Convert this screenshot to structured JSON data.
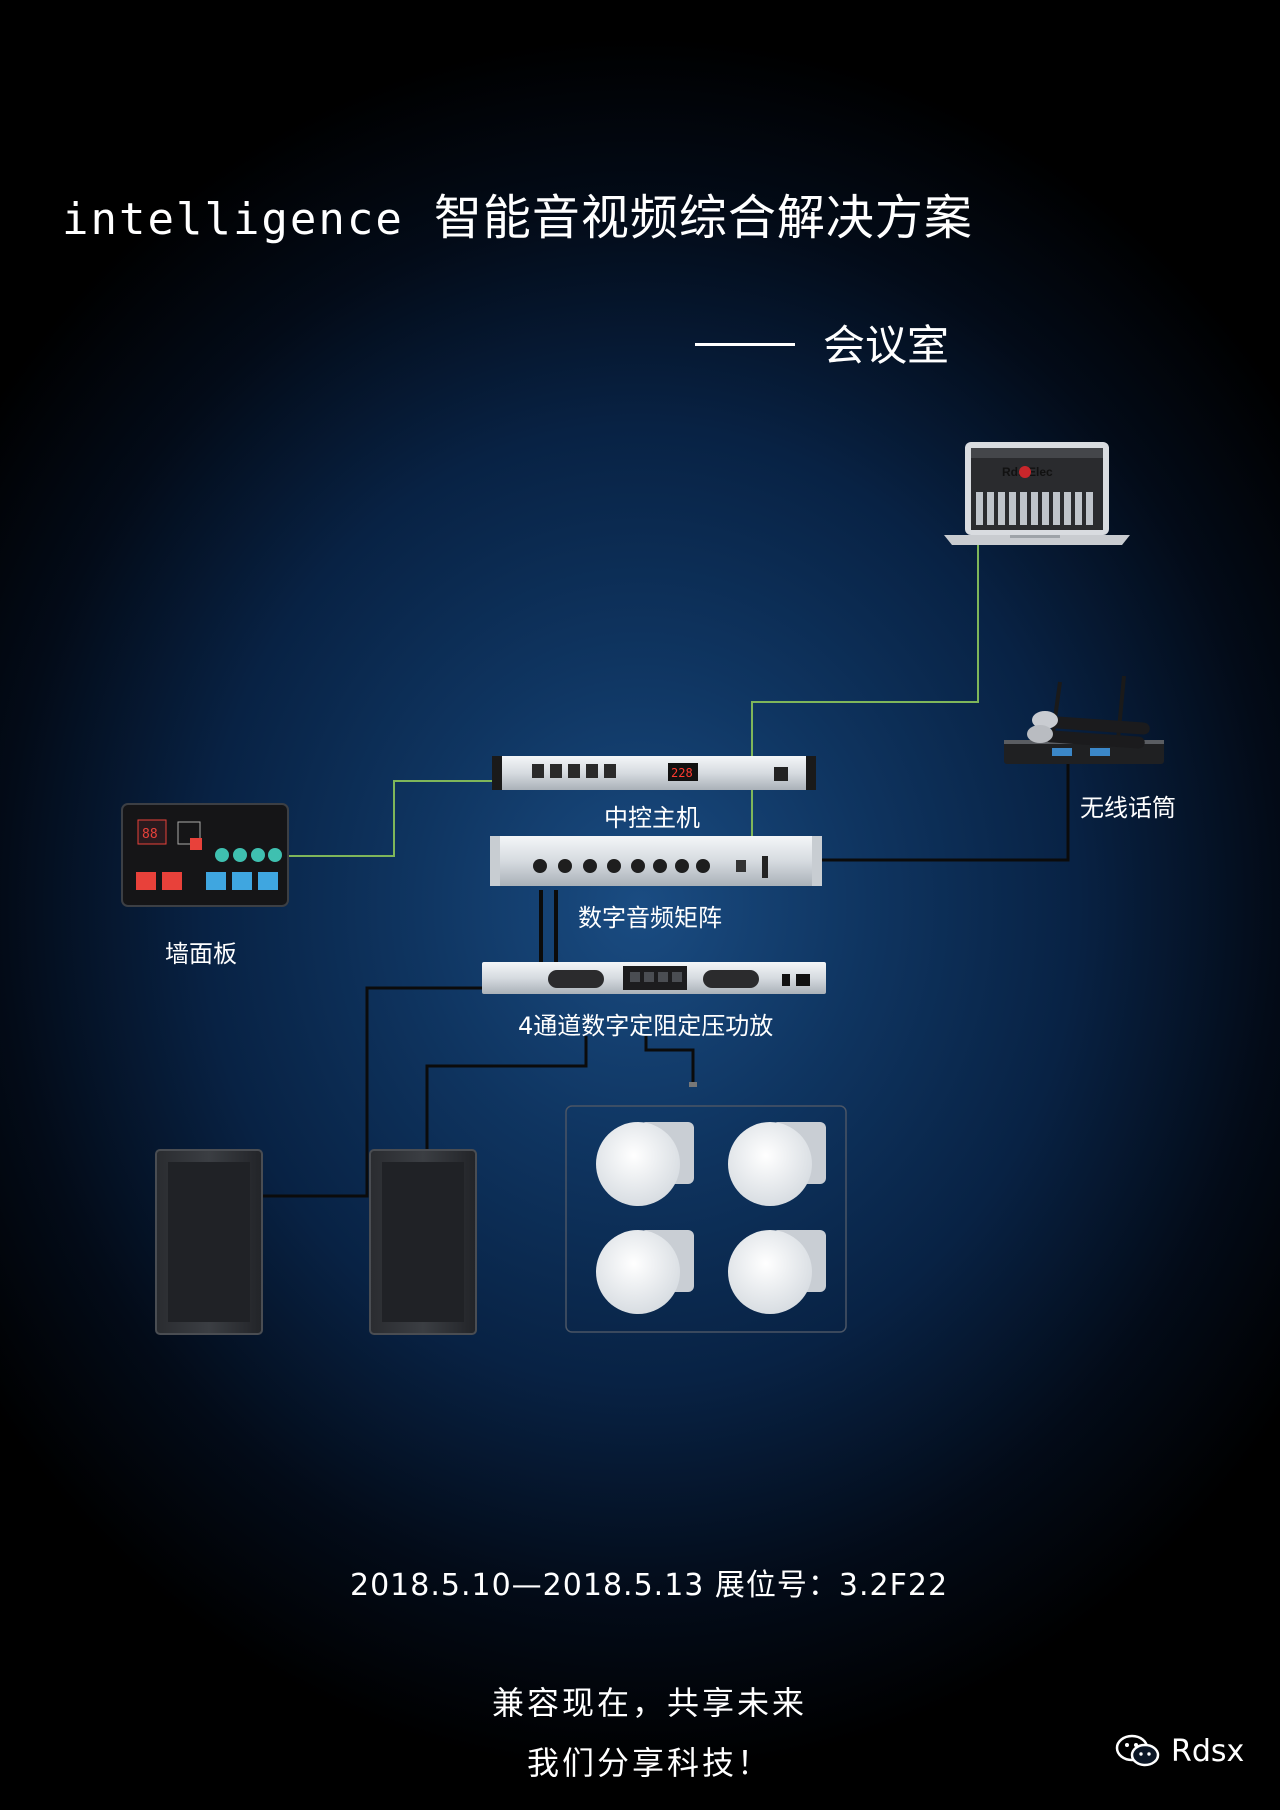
{
  "title": {
    "latin": "intelligence",
    "chinese": "智能音视频综合解决方案"
  },
  "subtitle": "会议室",
  "devices": {
    "controller": "中控主机",
    "matrix": "数字音频矩阵",
    "amplifier": "4通道数字定阻定压功放",
    "wall_panel": "墙面板",
    "wireless_mic": "无线话筒"
  },
  "laptop_screen_brand": "Rds Elec",
  "date_line": "2018.5.10—2018.5.13   展位号：3.2F22",
  "slogan": {
    "line1": "兼容现在，共享未来",
    "line2": "我们分享科技！"
  },
  "brand": "Rdsx",
  "colors": {
    "cable_green": "#7fb65a",
    "cable_black": "#0b0b0b",
    "panel_red": "#e8413a",
    "panel_teal": "#3fc0b0",
    "panel_blue": "#3fa6e0"
  }
}
